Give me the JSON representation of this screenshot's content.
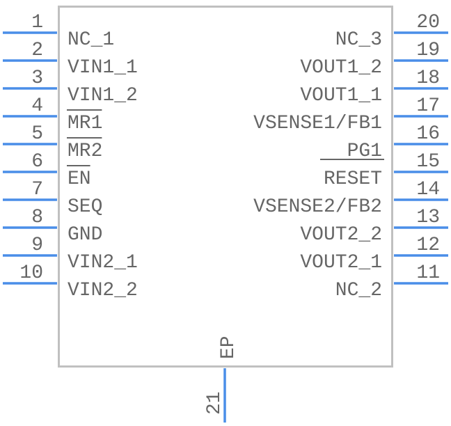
{
  "component": {
    "type": "IC schematic symbol",
    "body_color": "#c0c0c0",
    "pin_color": "#4a8ee8",
    "text_color": "#666666"
  },
  "left_pins": [
    {
      "number": "1",
      "name": "NC_1",
      "overbar": ""
    },
    {
      "number": "2",
      "name": "VIN1_1",
      "overbar": ""
    },
    {
      "number": "3",
      "name": "VIN1_2",
      "overbar": ""
    },
    {
      "number": "4",
      "name": "MR1",
      "overbar": "MR1"
    },
    {
      "number": "5",
      "name": "MR2",
      "overbar": "MR2"
    },
    {
      "number": "6",
      "name": "EN",
      "overbar": "EN"
    },
    {
      "number": "7",
      "name": "SEQ",
      "overbar": ""
    },
    {
      "number": "8",
      "name": "GND",
      "overbar": ""
    },
    {
      "number": "9",
      "name": "VIN2_1",
      "overbar": ""
    },
    {
      "number": "10",
      "name": "VIN2_2",
      "overbar": ""
    }
  ],
  "right_pins": [
    {
      "number": "20",
      "name": "NC_3",
      "overbar": ""
    },
    {
      "number": "19",
      "name": "VOUT1_2",
      "overbar": ""
    },
    {
      "number": "18",
      "name": "VOUT1_1",
      "overbar": ""
    },
    {
      "number": "17",
      "name": "VSENSE1/FB1",
      "overbar": ""
    },
    {
      "number": "16",
      "name": "PG1",
      "overbar": ""
    },
    {
      "number": "15",
      "name": "RESET",
      "overbar": "RESET"
    },
    {
      "number": "14",
      "name": "VSENSE2/FB2",
      "overbar": ""
    },
    {
      "number": "13",
      "name": "VOUT2_2",
      "overbar": ""
    },
    {
      "number": "12",
      "name": "VOUT2_1",
      "overbar": ""
    },
    {
      "number": "11",
      "name": "NC_2",
      "overbar": ""
    }
  ],
  "bottom_pins": [
    {
      "number": "21",
      "name": "EP"
    }
  ]
}
